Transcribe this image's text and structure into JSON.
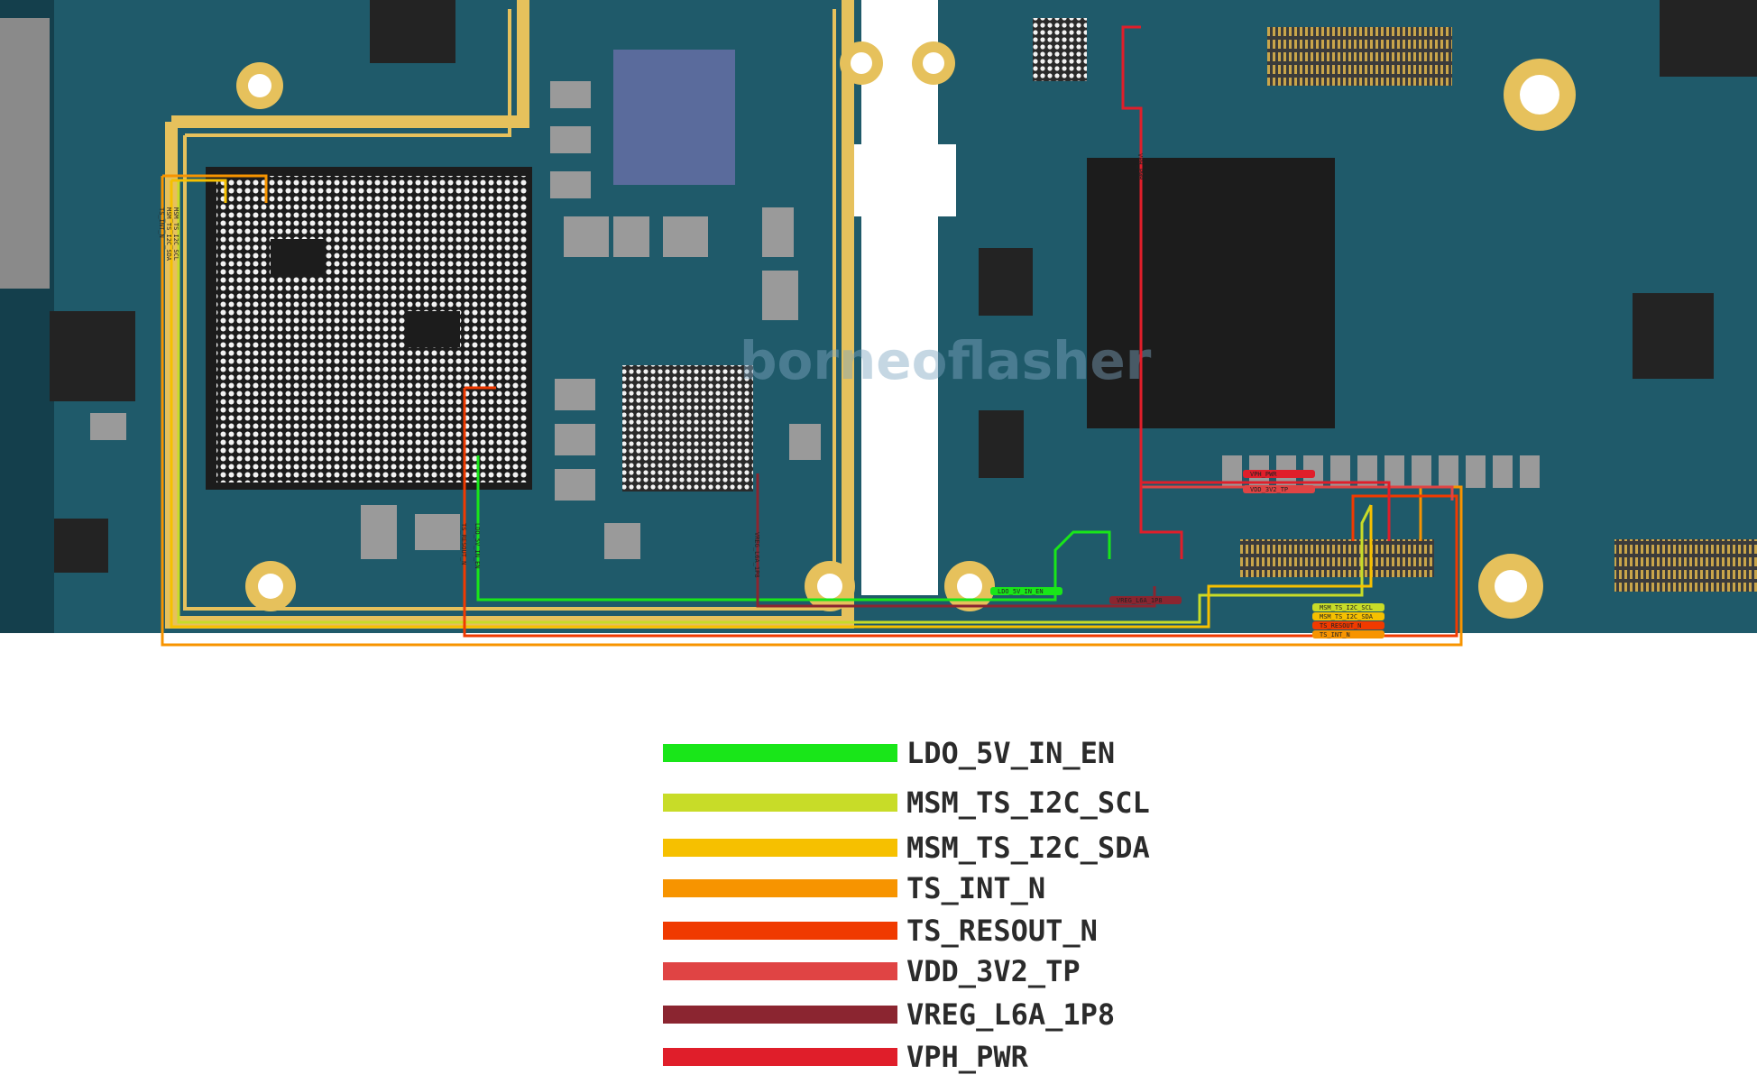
{
  "diagram": {
    "board_colors": {
      "pcb": "#1f5a6a",
      "pcb_dark": "#143f4c",
      "gold": "#e6c15c",
      "slot": "#ffffff",
      "chip": "#1c1c1c",
      "ball": "#f2f2f2",
      "shield": "#5a6b9c"
    },
    "watermark": "borneoflasher",
    "nets": [
      {
        "name": "LDO_5V_IN_EN",
        "color": "#19e619"
      },
      {
        "name": "MSM_TS_I2C_SCL",
        "color": "#c8dc28"
      },
      {
        "name": "MSM_TS_I2C_SDA",
        "color": "#f6c000"
      },
      {
        "name": "TS_INT_N",
        "color": "#f79400"
      },
      {
        "name": "TS_RESOUT_N",
        "color": "#f03a00"
      },
      {
        "name": "VDD_3V2_TP",
        "color": "#e04444"
      },
      {
        "name": "VREG_L6A_1P8",
        "color": "#8b2530"
      },
      {
        "name": "VPH_PWR",
        "color": "#e01e2a"
      }
    ],
    "board_tags": [
      "VPH_PWR",
      "VDD_3V2_TP",
      "LDO_5V_IN_EN",
      "VREG_L6A_1P8",
      "MSM_TS_I2C_SCL",
      "MSM_TS_I2C_SDA",
      "TS_RESOUT_N",
      "TS_INT_N"
    ],
    "vertical_tags": [
      "MSM_TS_I2C_SDA",
      "MSM_TS_I2C_SCL",
      "TS_INT_N",
      "TS_RESOUT_N",
      "LDO_5V_IN_EN",
      "VREG_L6A_1P8",
      "VPH_PWR"
    ]
  }
}
